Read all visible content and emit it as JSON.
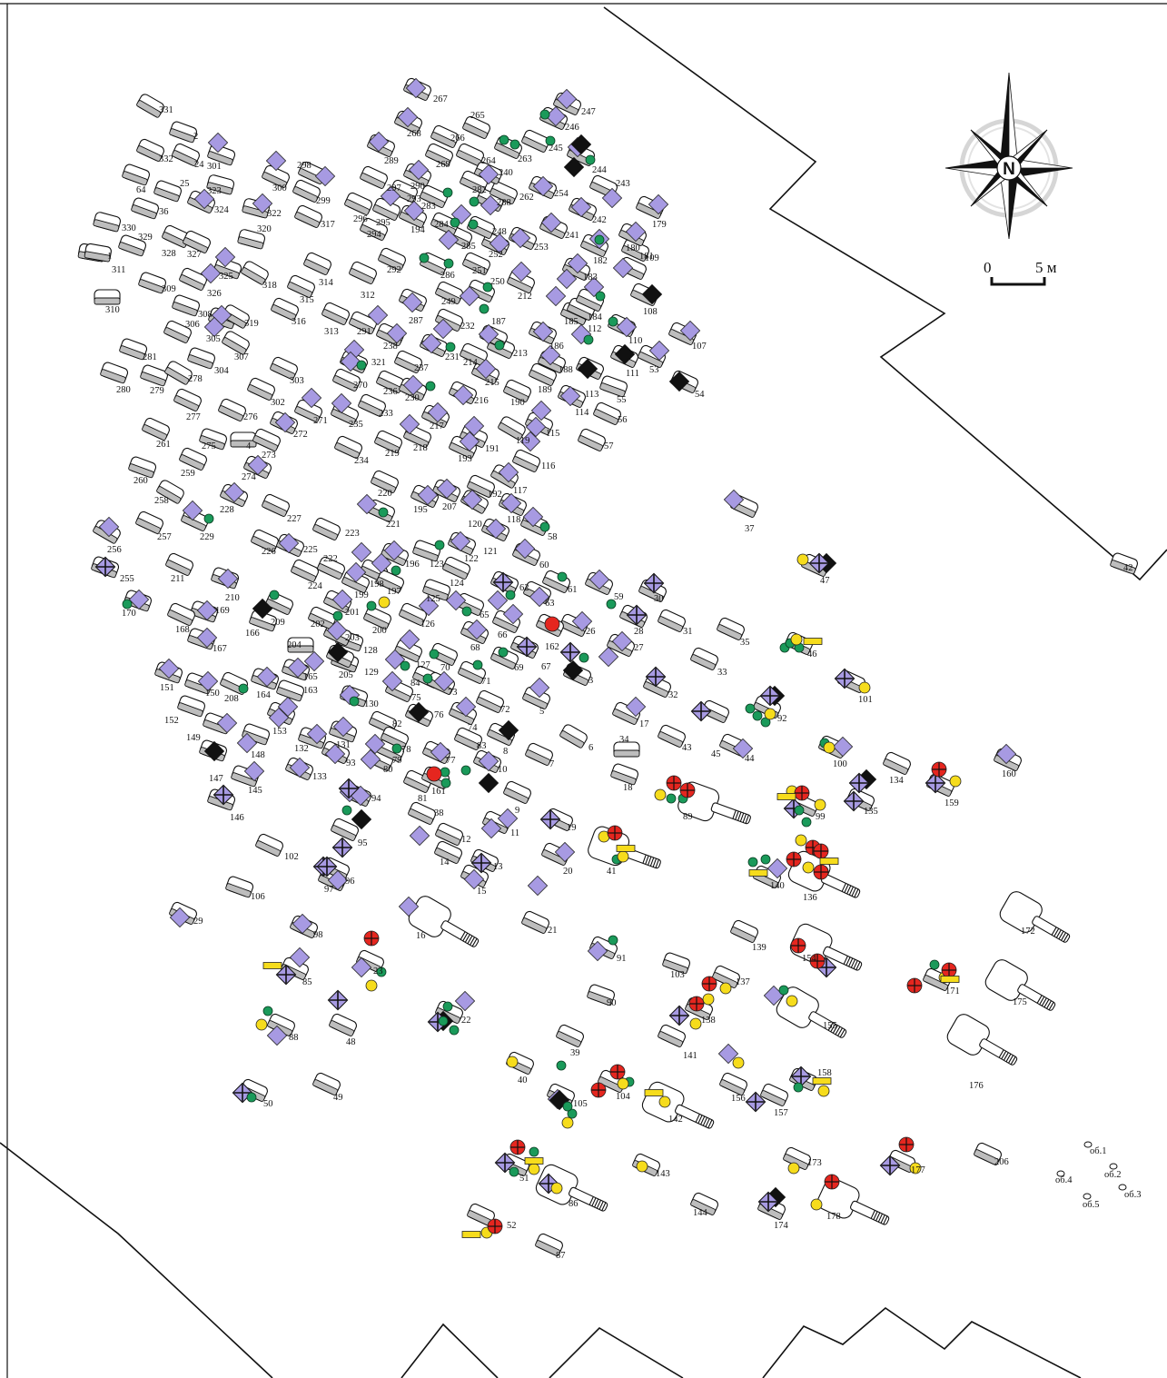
{
  "colors": {
    "boundary": "#111111",
    "grave_fill": "#bdbdbd",
    "violet_diamond": "#a79ae2",
    "black_diamond": "#111111",
    "green_circle": "#1a9a5a",
    "yellow_circle": "#f6dc1c",
    "red_circle": "#e5261f",
    "yellow_bar": "#f6dc1c"
  },
  "scale": {
    "start": "0",
    "end": "5 м"
  },
  "compass": {
    "north": "N",
    "icon": "compass-rose-icon"
  },
  "graves": [
    "331",
    "2",
    "24",
    "332",
    "301",
    "64",
    "25",
    "323",
    "36",
    "324",
    "322",
    "330",
    "329",
    "328",
    "327",
    "320",
    "311",
    "1",
    "310",
    "309",
    "326",
    "325",
    "318",
    "308",
    "306",
    "305",
    "319",
    "307",
    "304",
    "281",
    "280",
    "279",
    "278",
    "277",
    "276",
    "261",
    "275",
    "4",
    "273",
    "260",
    "259",
    "274",
    "258",
    "257",
    "256",
    "255",
    "211",
    "210",
    "170",
    "169",
    "168",
    "167",
    "166",
    "151",
    "150",
    "152",
    "149",
    "147",
    "145",
    "146",
    "148",
    "153",
    "132",
    "133",
    "131",
    "164",
    "165",
    "163",
    "130",
    "129",
    "128",
    "127",
    "126",
    "125",
    "124",
    "123",
    "122",
    "121",
    "120",
    "119",
    "118",
    "117",
    "116",
    "115",
    "114",
    "113",
    "112",
    "111",
    "110",
    "109",
    "108",
    "107",
    "106",
    "105",
    "104",
    "103",
    "102",
    "101",
    "100",
    "99",
    "98",
    "97",
    "96",
    "95",
    "94",
    "93",
    "92",
    "91",
    "90",
    "89",
    "88",
    "87",
    "86",
    "85",
    "84",
    "83",
    "82",
    "81",
    "80",
    "79",
    "78",
    "77",
    "76",
    "75",
    "74",
    "73",
    "72",
    "71",
    "70",
    "69",
    "68",
    "67",
    "66",
    "65",
    "63",
    "62",
    "61",
    "60",
    "59",
    "58",
    "57",
    "56",
    "55",
    "54",
    "53",
    "52",
    "51",
    "50",
    "49",
    "48",
    "47",
    "46",
    "45",
    "44",
    "43",
    "42",
    "41",
    "40",
    "39",
    "38",
    "37",
    "35",
    "34",
    "33",
    "32",
    "31",
    "30",
    "29",
    "28",
    "27",
    "26",
    "23",
    "22",
    "21",
    "20",
    "19",
    "18",
    "17",
    "16",
    "15",
    "14",
    "13",
    "12",
    "11",
    "10",
    "9",
    "8",
    "7",
    "6",
    "5",
    "3",
    "300",
    "299",
    "298",
    "297",
    "296",
    "295",
    "294",
    "293",
    "292",
    "291",
    "290",
    "289",
    "288",
    "287",
    "286",
    "285",
    "284",
    "283",
    "282",
    "272",
    "271",
    "270",
    "269",
    "268",
    "267",
    "266",
    "265",
    "264",
    "263",
    "262",
    "254",
    "253",
    "252",
    "251",
    "250",
    "249",
    "248",
    "247",
    "246",
    "245",
    "244",
    "243",
    "242",
    "241",
    "240",
    "238",
    "237",
    "236",
    "235",
    "234",
    "233",
    "232",
    "231",
    "230",
    "229",
    "228",
    "227",
    "226",
    "225",
    "224",
    "223",
    "222",
    "221",
    "220",
    "219",
    "218",
    "217",
    "216",
    "215",
    "214",
    "213",
    "212",
    "209",
    "208",
    "207",
    "206",
    "205",
    "204",
    "203",
    "202",
    "201",
    "200",
    "199",
    "198",
    "197",
    "196",
    "195",
    "194",
    "193",
    "192",
    "191",
    "190",
    "189",
    "188",
    "187",
    "186",
    "185",
    "184",
    "183",
    "182",
    "181",
    "180",
    "179",
    "178",
    "177",
    "176",
    "175",
    "174",
    "173",
    "172",
    "171",
    "162",
    "161",
    "160",
    "159",
    "158",
    "157",
    "156",
    "155",
    "154",
    "143",
    "142",
    "141",
    "140",
    "139",
    "138",
    "137",
    "136",
    "135",
    "134",
    "144",
    "317",
    "316",
    "315",
    "314",
    "313",
    "312",
    "321",
    "303",
    "302"
  ],
  "isolated_finds": [
    "об.1",
    "об.2",
    "об.3",
    "об.4",
    "об.5"
  ]
}
